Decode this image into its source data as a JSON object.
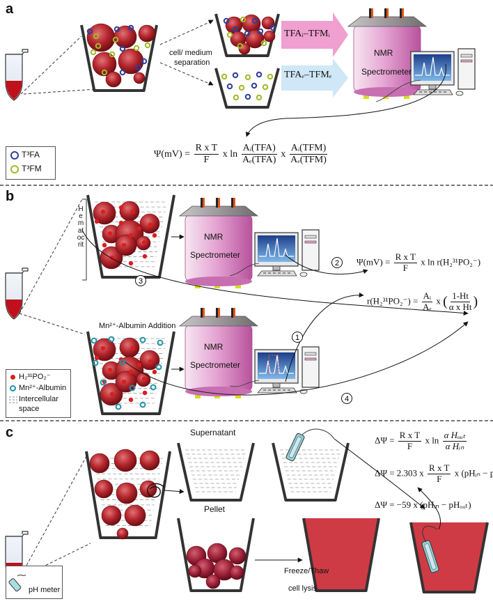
{
  "panel_a": {
    "label": "a",
    "separation_label_1": "cell/ medium",
    "separation_label_2": "separation",
    "arrow_intracellular": "TFAᵢ–TFMᵢ",
    "arrow_extracellular": "TFAₑ–TFMₑ",
    "nmr_line1": "NMR",
    "nmr_line2": "Spectrometer",
    "legend_tfa": "T³FA",
    "legend_tfm": "T³FM",
    "equation": {
      "lhs": "Ψ(mV)",
      "f1_num": "R x T",
      "f1_den": "F",
      "mult1": "x ln",
      "f2_num": "Aᵢ(TFA)",
      "f2_den": "Aₑ(TFA)",
      "mult2": "x",
      "f3_num": "Aᵢ(TFM)",
      "f3_den": "Aₑ(TFM)"
    }
  },
  "panel_b": {
    "label": "b",
    "hematocrit": "Hematocrit",
    "mn_addition": "Mn²⁺-Albumin Addition",
    "nmr_line1": "NMR",
    "nmr_line2": "Spectrometer",
    "step_1": "1",
    "step_2": "2",
    "step_3": "3",
    "step_4": "4",
    "legend_h2po2": "H₂³¹PO₂⁻",
    "legend_mn": "Mn²⁺-Albumin",
    "legend_inter_1": "Intercellular",
    "legend_inter_2": "space",
    "eq1": {
      "lhs": "Ψ(mV) =",
      "num": "R x T",
      "den": "F",
      "rhs": "x ln r(H₂³¹PO₂⁻)"
    },
    "eq2": {
      "lhs": "r(H₂³¹PO₂⁻) =",
      "num1": "Aᵢ",
      "den1": "Aₑ",
      "mult": "x",
      "num2": "1-Ht",
      "den2": "α x Ht"
    }
  },
  "panel_c": {
    "label": "c",
    "supernatant": "Supernatant",
    "pellet": "Pellet",
    "freeze_1": "Freeze/Thaw",
    "freeze_2": "cell lysis",
    "legend_ph": "pH meter",
    "eq1": {
      "lhs": "ΔΨ =",
      "num": "R x T",
      "den": "F",
      "mid": "x ln",
      "num2": "α Hₒᵤₜ",
      "den2": "α Hᵢₙ"
    },
    "eq2": {
      "lhs": "ΔΨ = 2.303 x",
      "num": "R x T",
      "den": "F",
      "rhs": "x (pHᵢₙ − pHₒᵤₜ)"
    },
    "eq3": "ΔΨ = −59 x (pHᵢₙ − pHₒᵤₜ)"
  },
  "colors": {
    "cell": "#b3262c",
    "cell_dark": "#7a1116",
    "dot_red": "#d91e1e",
    "tfa_ring": "#2e3e9a",
    "tfm_ring": "#a3b82a",
    "mn_ring": "#1e93a8",
    "nmr_body": "#d58cc4",
    "nmr_lid": "#8e8a8e",
    "nmr_feet": "#d8de1a",
    "arrow_pink": "#ef9fd0",
    "arrow_blue": "#cfe7f6",
    "lysate": "#cf3b45"
  },
  "icons": [
    "tube-icon",
    "computer-icon",
    "nmr-spectrometer-icon",
    "ph-meter-icon",
    "centrifuge-spiral-icon"
  ]
}
